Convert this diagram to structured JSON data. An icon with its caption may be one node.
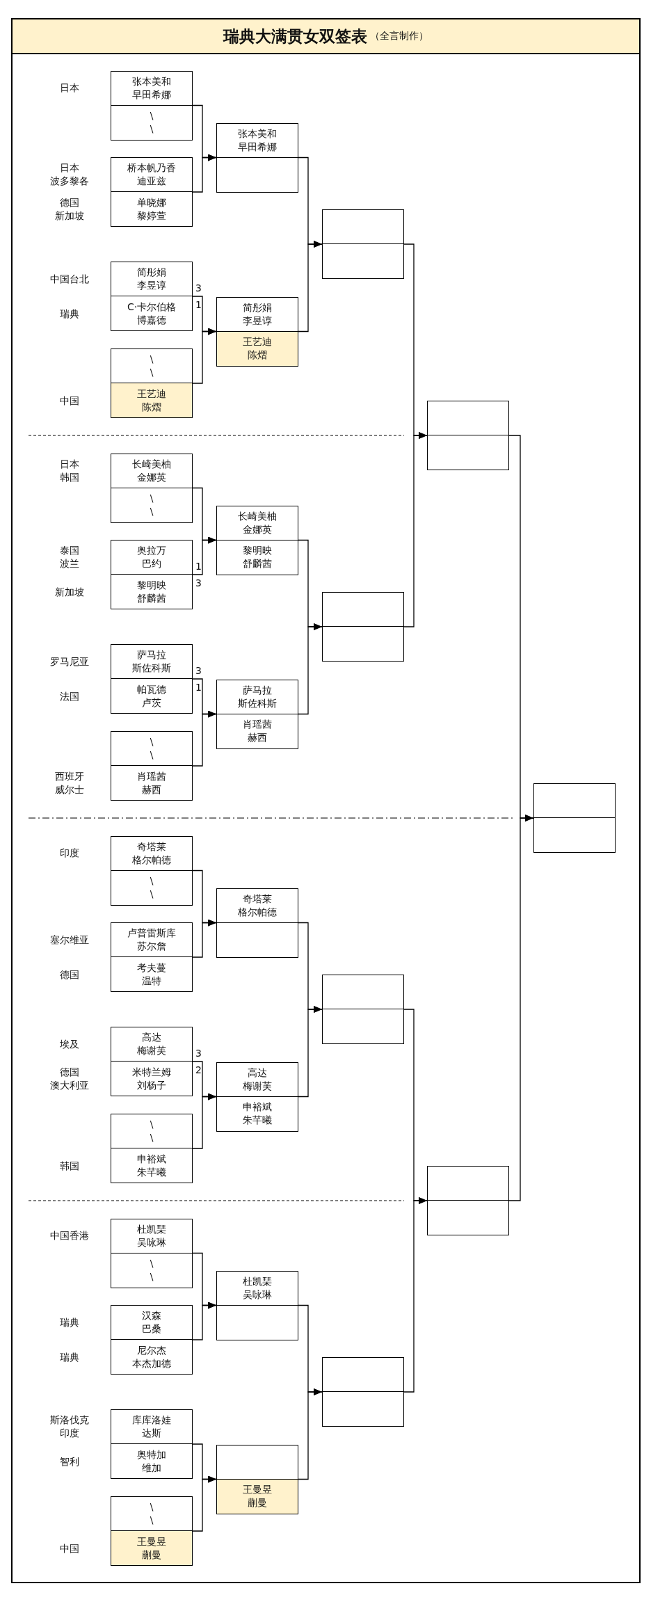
{
  "diagram": {
    "title": "瑞典大满贯女双签表",
    "nodes": [
      {
        "text": [],
        "shape": "box"
      },
      {
        "text": [
          "张本美和",
          "早田希娜"
        ],
        "in": 0,
        "beside": [
          "日本"
        ]
      },
      {
        "text": [
          "\\",
          "\\"
        ],
        "in": 0
      },
      {
        "text": [],
        "shape": "box"
      },
      {
        "text": [
          "桥本帆乃香",
          "迪亚兹"
        ],
        "in": 3,
        "beside": [
          "日本",
          "波多黎各"
        ]
      },
      {
        "text": [
          "单晓娜",
          "黎婷萱"
        ],
        "in": 3,
        "beside": [
          "德国",
          "新加坡"
        ]
      },
      {
        "text": [],
        "shape": "box"
      },
      {
        "text": [
          "简彤娟",
          "李昱谆"
        ],
        "in": 6,
        "beside": [
          "中国台北"
        ]
      },
      {
        "text": [
          "C·卡尔伯格",
          "博嘉德"
        ],
        "in": 6,
        "beside": [
          "瑞典"
        ]
      },
      {
        "text": [],
        "shape": "box"
      },
      {
        "text": [
          "\\",
          "\\"
        ],
        "in": 9
      },
      {
        "text": [
          "王艺迪",
          "陈熠"
        ],
        "in": 9,
        "beside": [
          "中国"
        ]
      },
      {
        "text": [],
        "shape": "box"
      },
      {
        "text": [
          "长崎美柚",
          "金娜英"
        ],
        "in": 12,
        "beside": [
          "日本",
          "韩国"
        ]
      },
      {
        "text": [
          "\\",
          "\\"
        ],
        "in": 12
      },
      {
        "text": [],
        "shape": "box"
      },
      {
        "text": [
          "奥拉万",
          "巴约"
        ],
        "in": 15,
        "beside": [
          "泰国",
          "波兰"
        ]
      },
      {
        "text": [
          "黎明映",
          "舒麟茜"
        ],
        "in": 15,
        "beside": [
          "新加坡"
        ]
      },
      {
        "text": [],
        "shape": "box"
      },
      {
        "text": [
          "萨马拉",
          "斯佐科斯"
        ],
        "in": 18,
        "beside": [
          "罗马尼亚"
        ]
      },
      {
        "text": [
          "帕瓦德",
          "卢茨"
        ],
        "in": 18,
        "beside": [
          "法国"
        ]
      },
      {
        "text": [],
        "shape": "box"
      },
      {
        "text": [
          "\\",
          "\\"
        ],
        "in": 21
      },
      {
        "text": [
          "肖瑶茜",
          "赫西"
        ],
        "in": 21,
        "beside": [
          "西班牙",
          "威尔士"
        ]
      },
      {
        "text": [],
        "shape": "box"
      },
      {
        "text": [
          "奇塔莱",
          "格尔帕德"
        ],
        "in": 24,
        "beside": [
          "印度"
        ]
      },
      {
        "text": [
          "\\",
          "\\"
        ],
        "in": 24
      },
      {
        "text": [],
        "shape": "box"
      },
      {
        "text": [
          "卢普雷斯库",
          "苏尔詹"
        ],
        "in": 27,
        "beside": [
          "塞尔维亚"
        ]
      },
      {
        "text": [
          "考夫蔓",
          "温特"
        ],
        "in": 27,
        "beside": [
          "德国"
        ]
      },
      {
        "text": [],
        "shape": "box"
      },
      {
        "text": [
          "高达",
          "梅谢芙"
        ],
        "in": 30,
        "beside": [
          "埃及"
        ]
      },
      {
        "text": [
          "米特兰姆",
          "刘杨子"
        ],
        "in": 30,
        "beside": [
          "德国",
          "澳大利亚"
        ]
      },
      {
        "text": [],
        "shape": "box"
      },
      {
        "text": [
          "\\",
          "\\"
        ],
        "in": 33
      },
      {
        "text": [
          "申裕斌",
          "朱芊曦"
        ],
        "in": 33,
        "beside": [
          "韩国"
        ]
      },
      {
        "text": [],
        "shape": "box"
      },
      {
        "text": [
          "杜凯琹",
          "吴咏琳"
        ],
        "in": 36,
        "beside": [
          "中国香港"
        ]
      },
      {
        "text": [
          "\\",
          "\\"
        ],
        "in": 36
      },
      {
        "text": [],
        "shape": "box"
      },
      {
        "text": [
          "汉森",
          "巴桑"
        ],
        "in": 39,
        "beside": [
          "瑞典"
        ]
      },
      {
        "text": [
          "尼尔杰",
          "本杰加德"
        ],
        "in": 39,
        "beside": [
          "瑞典"
        ]
      },
      {
        "text": [],
        "shape": "box"
      },
      {
        "text": [
          "库库洛娃",
          "达斯"
        ],
        "in": 42,
        "beside": [
          "斯洛伐克",
          "印度"
        ]
      },
      {
        "text": [
          "奥特加",
          "维加"
        ],
        "in": 42,
        "beside": [
          "智利"
        ]
      },
      {
        "text": [],
        "shape": "box"
      },
      {
        "text": [
          "\\",
          "\\"
        ],
        "in": 45
      },
      {
        "text": [
          "王曼昱",
          "蒯曼"
        ],
        "in": 45,
        "beside": [
          "中国"
        ]
      },
      {
        "text": [],
        "shape": "box"
      },
      {
        "text": [
          "张本美和",
          "早田希娜"
        ],
        "in": 48
      },
      {
        "text": [],
        "shape": "box",
        "in": 48
      },
      {
        "text": [],
        "shape": "box"
      },
      {
        "text": [
          "简彤娟",
          "李昱谆"
        ],
        "in": 51
      },
      {
        "text": [
          "王艺迪",
          "陈熠"
        ],
        "in": 51
      },
      {
        "text": [],
        "shape": "box"
      },
      {
        "text": [
          "长崎美柚",
          "金娜英"
        ],
        "in": 54
      },
      {
        "text": [
          "黎明映",
          "舒麟茜"
        ],
        "in": 54
      },
      {
        "text": [],
        "shape": "box"
      },
      {
        "text": [
          "萨马拉",
          "斯佐科斯"
        ],
        "in": 57
      },
      {
        "text": [
          "肖瑶茜",
          "赫西"
        ],
        "in": 57
      },
      {
        "text": [],
        "shape": "box"
      },
      {
        "text": [
          "奇塔莱",
          "格尔帕德"
        ],
        "in": 60
      },
      {
        "text": [],
        "shape": "box",
        "in": 60
      },
      {
        "text": [],
        "shape": "box"
      },
      {
        "text": [
          "高达",
          "梅谢芙"
        ],
        "in": 63
      },
      {
        "text": [
          "申裕斌",
          "朱芊曦"
        ],
        "in": 63
      },
      {
        "text": [],
        "shape": "box"
      },
      {
        "text": [
          "杜凯琹",
          "吴咏琳"
        ],
        "in": 66
      },
      {
        "text": [],
        "shape": "box",
        "in": 66
      },
      {
        "text": [],
        "shape": "box"
      },
      {
        "text": [],
        "shape": "box",
        "in": 69
      },
      {
        "text": [
          "王曼昱",
          "蒯曼"
        ],
        "in": 69
      },
      {
        "text": [],
        "shape": "box"
      },
      {
        "text": [],
        "shape": "box",
        "in": 72
      },
      {
        "text": [],
        "shape": "box",
        "in": 72
      },
      {
        "text": [],
        "shape": "box"
      },
      {
        "text": [],
        "shape": "box",
        "in": 75
      },
      {
        "text": [],
        "shape": "box",
        "in": 75
      },
      {
        "text": [],
        "shape": "box"
      },
      {
        "text": [],
        "shape": "box",
        "in": 78
      },
      {
        "text": [],
        "shape": "box",
        "in": 78
      },
      {
        "text": [],
        "shape": "box"
      },
      {
        "text": [],
        "shape": "box",
        "in": 81
      },
      {
        "text": [],
        "shape": "box",
        "in": 81
      },
      {
        "text": [],
        "shape": "box"
      },
      {
        "text": [],
        "shape": "box",
        "in": 84
      },
      {
        "text": [],
        "shape": "box",
        "in": 84
      },
      {
        "text": [],
        "shape": "box"
      },
      {
        "text": [],
        "shape": "box",
        "in": 87
      },
      {
        "text": [],
        "shape": "box",
        "in": 87
      },
      {
        "text": [],
        "shape": "box"
      },
      {
        "text": [],
        "shape": "box",
        "in": 90
      },
      {
        "text": [],
        "shape": "box",
        "in": 90
      }
    ],
    "edges": [
      {
        "from": 0,
        "to": 48,
        "arrow": "to"
      },
      {
        "from": 3,
        "to": 48,
        "arrow": "to"
      },
      {
        "from": 6,
        "to": 51,
        "arrow": "to"
      },
      {
        "from": 9,
        "to": 51,
        "arrow": "to"
      },
      {
        "from": 12,
        "to": 54,
        "arrow": "to"
      },
      {
        "from": 15,
        "to": 54,
        "arrow": "to"
      },
      {
        "from": 18,
        "to": 57,
        "arrow": "to"
      },
      {
        "from": 21,
        "to": 57,
        "arrow": "to"
      },
      {
        "from": 24,
        "to": 60,
        "arrow": "to"
      },
      {
        "from": 27,
        "to": 60,
        "arrow": "to"
      },
      {
        "from": 30,
        "to": 63,
        "arrow": "to"
      },
      {
        "from": 33,
        "to": 63,
        "arrow": "to"
      },
      {
        "from": 36,
        "to": 66,
        "arrow": "to"
      },
      {
        "from": 39,
        "to": 66,
        "arrow": "to"
      },
      {
        "from": 42,
        "to": 69,
        "arrow": "to"
      },
      {
        "from": 45,
        "to": 69,
        "arrow": "to"
      },
      {
        "from": 48,
        "to": 72,
        "arrow": "to"
      },
      {
        "from": 51,
        "to": 72,
        "arrow": "to"
      },
      {
        "from": 54,
        "to": 75,
        "arrow": "to"
      },
      {
        "from": 57,
        "to": 75,
        "arrow": "to"
      },
      {
        "from": 60,
        "to": 78,
        "arrow": "to"
      },
      {
        "from": 63,
        "to": 78,
        "arrow": "to"
      },
      {
        "from": 66,
        "to": 81,
        "arrow": "to"
      },
      {
        "from": 69,
        "to": 81,
        "arrow": "to"
      },
      {
        "from": 72,
        "to": 84,
        "arrow": "to"
      },
      {
        "from": 75,
        "to": 84,
        "arrow": "to"
      },
      {
        "from": 78,
        "to": 87,
        "arrow": "to"
      },
      {
        "from": 81,
        "to": 87,
        "arrow": "to"
      },
      {
        "from": 84,
        "to": 90,
        "arrow": "to"
      },
      {
        "from": 87,
        "to": 90,
        "arrow": "to"
      }
    ],
    "labels": [
      "（全言制作）",
      "3",
      "1",
      "1",
      "3",
      "3",
      "1",
      "3",
      "2"
    ]
  }
}
